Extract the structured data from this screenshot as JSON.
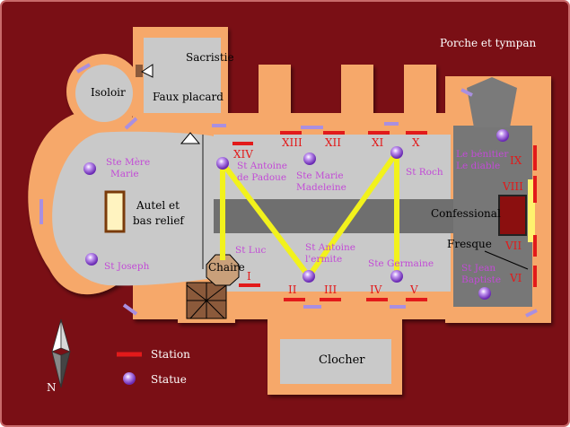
{
  "colors": {
    "background": "#7a0f15",
    "wall": "#f6a86a",
    "floor": "#c9c9c9",
    "nave_band": "#6f6f6f",
    "side_chapel": "#777777",
    "station": "#e21a1a",
    "statue": "#8a3fc9",
    "path": "#f2f21c",
    "window": "#a98fe0",
    "label_purple": "#c24bd6"
  },
  "rooms": {
    "sacristie": "Sacristie",
    "isoloir": "Isoloir",
    "faux_placard": "Faux placard",
    "porche": "Porche et tympan",
    "clocher": "Clocher",
    "autel": [
      "Autel et",
      "bas relief"
    ],
    "confessional": "Confessional",
    "chaire": "Chaire",
    "fresque": "Fresque"
  },
  "statues": {
    "mere_marie": [
      "Ste Mère",
      "Marie"
    ],
    "joseph": "St Joseph",
    "antoine_padoue": [
      "St Antoine",
      "de Padoue"
    ],
    "marie_madeleine": [
      "Ste Marie",
      "Madeleine"
    ],
    "roch": "St Roch",
    "benitier": [
      "Le bénitier",
      "Le diable"
    ],
    "luc": "St Luc",
    "antoine_ermite": [
      "St Antoine",
      "l'ermite"
    ],
    "germaine": "Ste Germaine",
    "jean_baptiste": [
      "St Jean",
      "Baptiste"
    ]
  },
  "stations": [
    "I",
    "II",
    "III",
    "IV",
    "V",
    "VI",
    "VII",
    "VIII",
    "IX",
    "X",
    "XI",
    "XII",
    "XIII",
    "XIV"
  ],
  "legend": {
    "station": "Station",
    "statue": "Statue"
  },
  "compass": "N"
}
